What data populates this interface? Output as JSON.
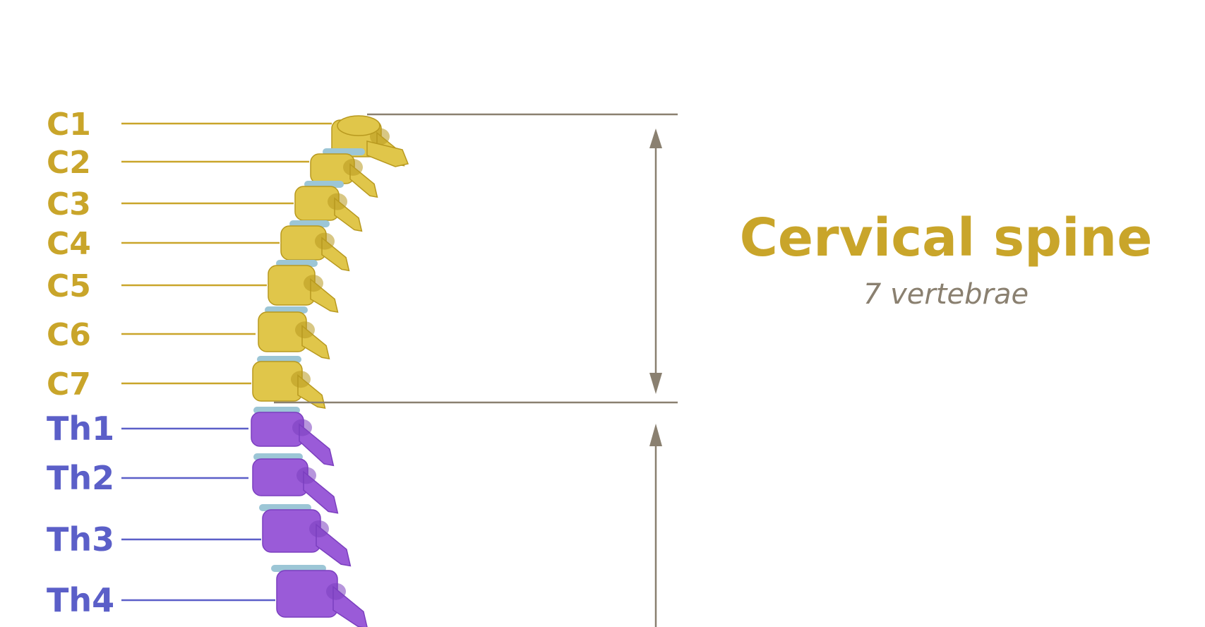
{
  "title": "Cervical spine",
  "subtitle": "7 vertebrae",
  "colors": {
    "cervical": "#c9a52a",
    "cervical_bone": "#e0c64a",
    "cervical_shadow": "#b8991f",
    "thoracic": "#5b5fc8",
    "thoracic_bone": "#9a5bd8",
    "thoracic_shadow": "#7b3fbf",
    "disc": "#9cc6d6",
    "bracket": "#8a8070",
    "subtitle": "#8a8070"
  },
  "vertebrae": [
    {
      "label": "C1",
      "group": "cervical"
    },
    {
      "label": "C2",
      "group": "cervical"
    },
    {
      "label": "C3",
      "group": "cervical"
    },
    {
      "label": "C4",
      "group": "cervical"
    },
    {
      "label": "C5",
      "group": "cervical"
    },
    {
      "label": "C6",
      "group": "cervical"
    },
    {
      "label": "C7",
      "group": "cervical"
    },
    {
      "label": "Th1",
      "group": "thoracic"
    },
    {
      "label": "Th2",
      "group": "thoracic"
    },
    {
      "label": "Th3",
      "group": "thoracic"
    },
    {
      "label": "Th4",
      "group": "thoracic"
    }
  ]
}
